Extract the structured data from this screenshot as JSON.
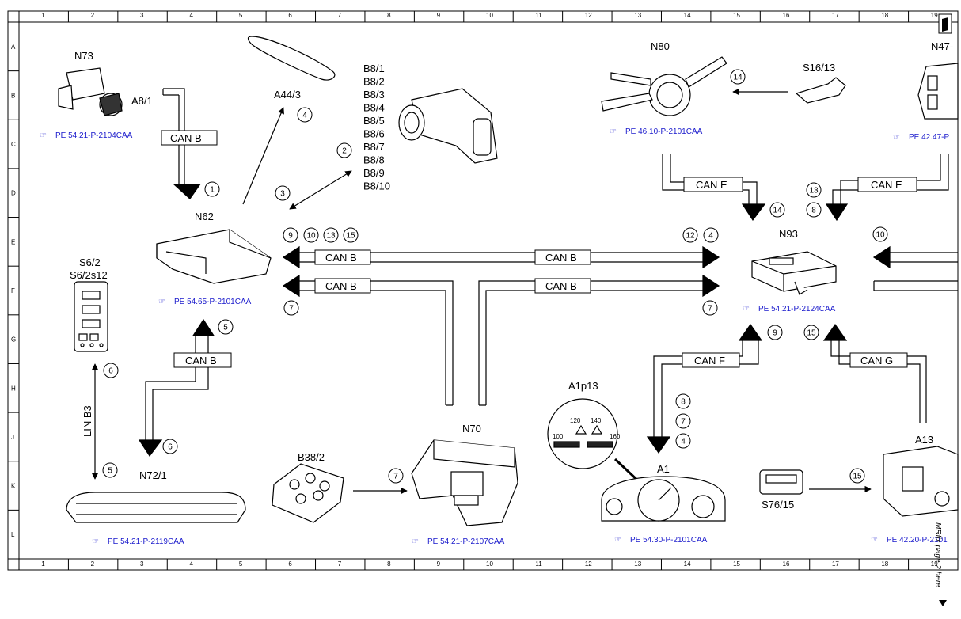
{
  "components": {
    "n73": "N73",
    "a8_1": "A8/1",
    "a44_3": "A44/3",
    "b8_list": [
      "B8/1",
      "B8/2",
      "B8/3",
      "B8/4",
      "B8/5",
      "B8/6",
      "B8/7",
      "B8/8",
      "B8/9",
      "B8/10"
    ],
    "n80": "N80",
    "s16_13": "S16/13",
    "n47": "N47-",
    "n62": "N62",
    "n93": "N93",
    "s6_2": "S6/2",
    "s6_2s12": "S6/2s12",
    "lin_b3": "LIN B3",
    "n72_1": "N72/1",
    "b38_2": "B38/2",
    "n70": "N70",
    "a1p13": "A1p13",
    "a1": "A1",
    "s76_15": "S76/15",
    "a13": "A13"
  },
  "can_labels": {
    "can_b_a8": "CAN B",
    "can_e_left": "CAN E",
    "can_e_right": "CAN E",
    "can_b_top_left": "CAN B",
    "can_b_top_right": "CAN B",
    "can_b_bot_left": "CAN B",
    "can_b_bot_right": "CAN B",
    "can_b_n72": "CAN B",
    "can_f": "CAN F",
    "can_g": "CAN G"
  },
  "refs": {
    "n73": "PE 54.21-P-2104CAA",
    "n80": "PE 46.10-P-2101CAA",
    "n47": "PE 42.47-P",
    "n62": "PE 54.65-P-2101CAA",
    "n93": "PE 54.21-P-2124CAA",
    "n72_1": "PE 54.21-P-2119CAA",
    "n70": "PE 54.21-P-2107CAA",
    "a1": "PE 54.30-P-2101CAA",
    "a13": "PE 42.20-P-2101"
  },
  "circles": {
    "c1": "1",
    "c2": "2",
    "c3": "3",
    "c4": "4",
    "c14_n80": "14",
    "c13_n93": "13",
    "c14_n93": "14",
    "c8_n93": "8",
    "c9_n62": "9",
    "c10_n62": "10",
    "c13_n62": "13",
    "c15_n62": "15",
    "c12_n93": "12",
    "c4_n93": "4",
    "c10_right": "10",
    "c7_n62": "7",
    "c7_n93": "7",
    "c5_n62": "5",
    "c9_canf": "9",
    "c15_cang": "15",
    "c6_s6": "6",
    "c6_n72": "6",
    "c5_n72": "5",
    "c8_a1": "8",
    "c7_a1": "7",
    "c4_a1": "4",
    "c7_b38": "7",
    "c15_s76": "15"
  },
  "gauge": {
    "v100": "100",
    "v120": "120",
    "v140": "140",
    "v160": "160"
  },
  "grid": {
    "columns": [
      "1",
      "2",
      "3",
      "4",
      "5",
      "6",
      "7",
      "8",
      "9",
      "10",
      "11",
      "12",
      "13",
      "14",
      "15",
      "16",
      "17",
      "18",
      "19"
    ],
    "rows": [
      "A",
      "B",
      "C",
      "D",
      "E",
      "F",
      "G",
      "H",
      "J",
      "K",
      "L"
    ]
  },
  "side_note": "MRfix page 2 here"
}
